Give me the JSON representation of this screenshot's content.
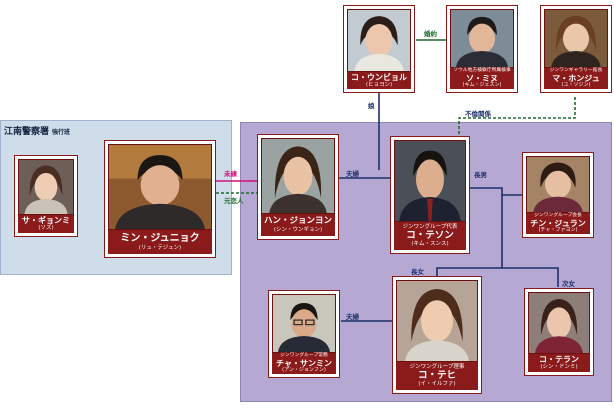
{
  "group": {
    "title": "江南警察署",
    "subtitle": "強行班"
  },
  "people": {
    "ko_unbyol": {
      "name": "コ・ウンビョル",
      "actor": "(ヒョヨン)"
    },
    "so_minu": {
      "role": "ソウル地方検察庁所属検事",
      "name": "ソ・ミヌ",
      "actor": "(キム・ジェスン)"
    },
    "ma_honju": {
      "role": "ジンワンギャラリー館長",
      "name": "マ・ホンジュ",
      "actor": "(ユ・ソジン)"
    },
    "sa_gyonmi": {
      "name": "サ・ギョンミ",
      "actor": "(ソズ)"
    },
    "min_junhyok": {
      "name": "ミン・ジュニョク",
      "actor": "(リュ・テジュン)"
    },
    "han_jonyon": {
      "name": "ハン・ジョンヨン",
      "actor": "(シン・ウンギョン)"
    },
    "ko_teson": {
      "role": "ジンワングループ代表",
      "name": "コ・テソン",
      "actor": "(キム・スンス)"
    },
    "chin_juran": {
      "role": "ジンワングループ会長",
      "name": "チン・ジュラン",
      "actor": "(チャ・ファヨン)"
    },
    "cha_sanmin": {
      "role": "ジンワングループ常務",
      "name": "チャ・サンミン",
      "actor": "(アン・ジョンフン)"
    },
    "ko_tehi": {
      "role": "ジンワングループ理事",
      "name": "コ・テヒ",
      "actor": "(イ・イルファ)"
    },
    "ko_teran": {
      "name": "コ・テラン",
      "actor": "(シン・ドンミ)"
    }
  },
  "relations": {
    "engaged": "婚約",
    "daughter": "娘",
    "affair": "不倫関係",
    "fiance": "未練",
    "ex_lover": "元恋人",
    "couple_top": "夫婦",
    "eldest_son": "長男",
    "eldest_daughter": "長女",
    "second_daughter": "次女",
    "couple_bottom": "夫婦"
  },
  "colors": {
    "left_panel": "#cfdcea",
    "right_panel": "#b5a9d3",
    "label": "#8b1a1a",
    "line_blue": "#1d2f6a",
    "line_green": "#1f6b2c",
    "line_pink": "#d4117c"
  }
}
